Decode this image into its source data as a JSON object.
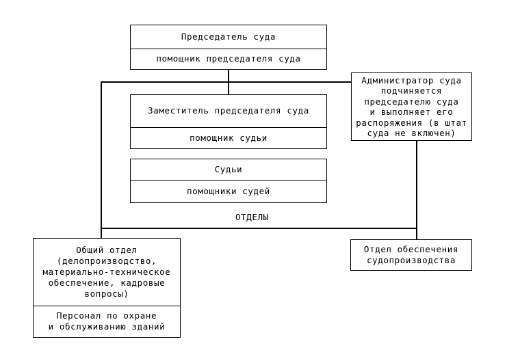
{
  "diagram": {
    "title_label": "ОТДЕЛЫ",
    "colors": {
      "line": "#000000",
      "background": "#ffffff",
      "text": "#000000"
    },
    "boxes": {
      "chairman": {
        "top_cell": "Председатель суда",
        "bottom_cell": "помощник председателя суда"
      },
      "deputy": {
        "top_cell": "Заместитель председателя суда",
        "bottom_cell": "помощник судьи"
      },
      "judges": {
        "top_cell": "Судьи",
        "bottom_cell": "помощники судей"
      },
      "administrator": {
        "text": "Администратор суда\nподчиняется\nпредседателю суда\nи выполняет его\nраспоряжения (в штат\nсуда не включен)"
      },
      "general_department": {
        "top_cell": "Общий отдел\n(делопроизводство,\nматериально-техническое\nобеспечение, кадровые\nвопросы)",
        "bottom_cell": "Персонал по охране\nи обслуживанию зданий"
      },
      "proceedings_department": {
        "text": "Отдел обеспечения\nсудопроизводства"
      }
    }
  }
}
